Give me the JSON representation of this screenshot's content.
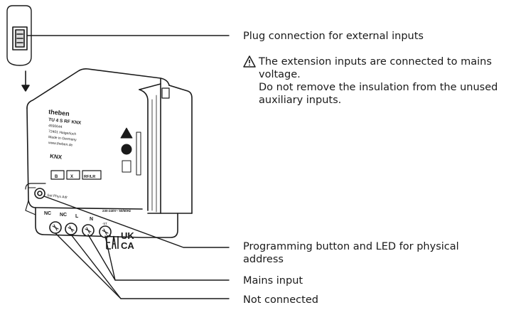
{
  "labels": {
    "plug": "Plug connection for external inputs",
    "warning_line1": "The extension inputs are connected to mains voltage.",
    "warning_line2": "Do not remove the insulation from the unused auxiliary inputs.",
    "programming": "Programming button and LED for physical address",
    "mains": "Mains input",
    "not_connected": "Not connected"
  },
  "device": {
    "brand": "theben",
    "model": "TU 4 S RF KNX",
    "article": "4930644",
    "address": "72401 Haigerloch",
    "origin": "Made in Germany",
    "website": "www.theben.de",
    "knx_logo": "KNX",
    "button_labels": [
      "B",
      "X",
      "RF/LR"
    ],
    "prog_label": "Set Phys Adr",
    "terminal_labels": [
      "NC",
      "NC",
      "L",
      "N"
    ],
    "rating": "230-240V~ 50/60Hz",
    "temp": "-5T",
    "ukca_top": "UK",
    "ukca_bottom": "CA"
  },
  "icons": [
    "warning-triangle-icon",
    "arrow-down-icon",
    "connector-icon"
  ]
}
